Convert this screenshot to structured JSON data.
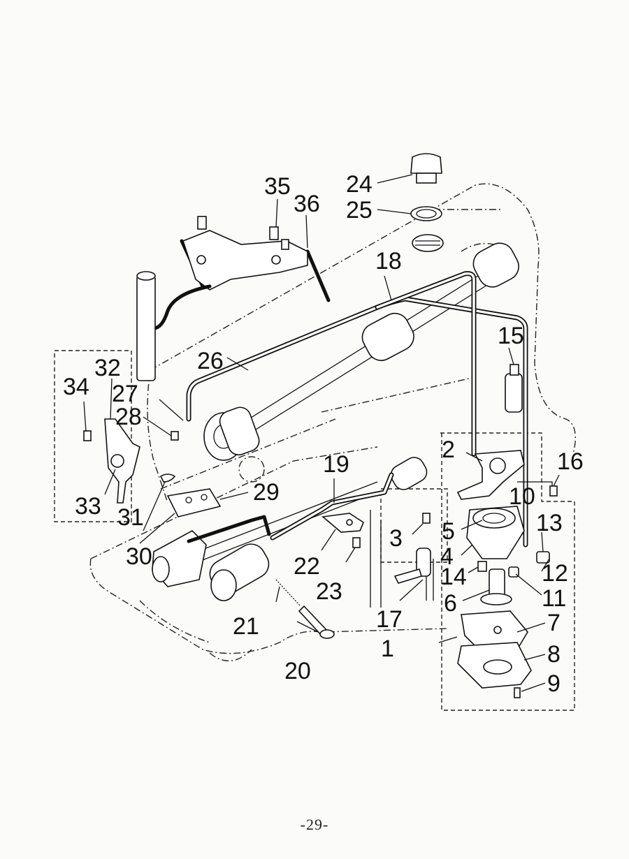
{
  "diagram": {
    "callouts": [
      "1",
      "2",
      "3",
      "4",
      "5",
      "6",
      "7",
      "8",
      "9",
      "10",
      "11",
      "12",
      "13",
      "14",
      "15",
      "16",
      "17",
      "18",
      "19",
      "20",
      "21",
      "22",
      "23",
      "24",
      "25",
      "26",
      "27",
      "28",
      "29",
      "30",
      "31",
      "32",
      "33",
      "34",
      "35",
      "36"
    ]
  },
  "footer": {
    "page_number": "-29-"
  }
}
